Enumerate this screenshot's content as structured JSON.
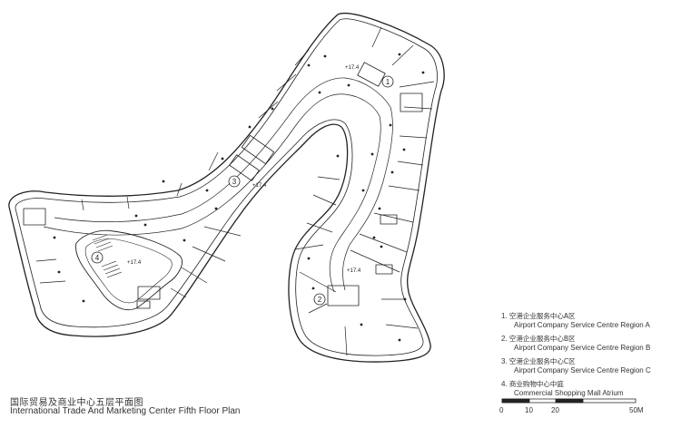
{
  "title": {
    "cn": "国际贸易及商业中心五层平面图",
    "en": "International Trade And Marketing Center Fifth Floor Plan"
  },
  "legend": [
    {
      "num": "1.",
      "cn": "空港企业服务中心A区",
      "en": "Airport Company Service Centre Region A"
    },
    {
      "num": "2.",
      "cn": "空港企业服务中心B区",
      "en": "Airport Company Service Centre Region B"
    },
    {
      "num": "3.",
      "cn": "空港企业服务中心C区",
      "en": "Airport Company Service Centre Region C"
    },
    {
      "num": "4.",
      "cn": "商业购物中心中庭",
      "en": "Commercial Shopping Mall Atrium"
    }
  ],
  "region_markers": [
    "1",
    "2",
    "3",
    "4"
  ],
  "elevation_labels": [
    "+17.4",
    "+17.4",
    "+17.4",
    "+17.4"
  ],
  "scale_bar": {
    "ticks": [
      "0",
      "10",
      "20",
      "50M"
    ]
  }
}
